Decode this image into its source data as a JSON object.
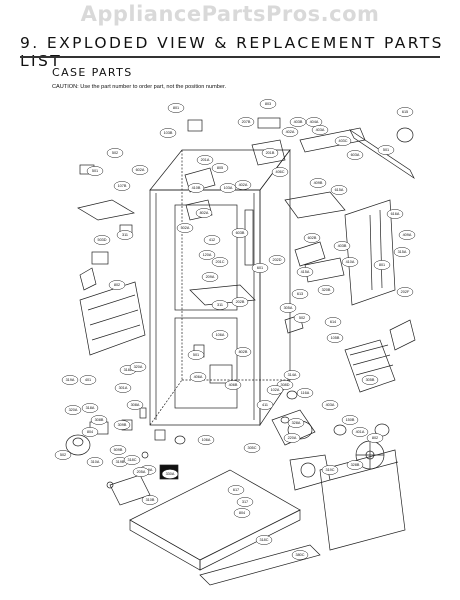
{
  "watermark": "AppliancePartsPros.com",
  "header": {
    "title": "9. EXPLODED VIEW & REPLACEMENT PARTS LIST",
    "subtitle": "CASE PARTS",
    "caution": "CAUTION: Use the part number to order part, not the position number."
  },
  "callouts": [
    "801",
    "103B",
    "803",
    "207B",
    "402A",
    "404A",
    "403B",
    "615",
    "201A",
    "201B",
    "406C",
    "403A",
    "403C",
    "603A",
    "501",
    "502",
    "501",
    "602A",
    "107B",
    "410B",
    "805",
    "103A",
    "802A",
    "502A",
    "402A",
    "409B",
    "616A",
    "412",
    "603B",
    "601",
    "202D",
    "615A",
    "503D",
    "311",
    "409A",
    "120A",
    "415A",
    "602B",
    "801",
    "201C",
    "209A",
    "202B",
    "320B",
    "403B",
    "315A",
    "802",
    "410A",
    "202F",
    "311",
    "613",
    "614",
    "502",
    "106A",
    "501",
    "802B",
    "305A",
    "105B",
    "305B",
    "406A",
    "406B",
    "411",
    "308D",
    "116A",
    "318A",
    "319A",
    "401",
    "320A",
    "314A",
    "301A",
    "320A",
    "318A",
    "308A",
    "309B",
    "804",
    "308B",
    "102A",
    "106A",
    "403A",
    "150B",
    "401A",
    "802",
    "220A",
    "509B",
    "319B",
    "502",
    "318C",
    "319C",
    "319A",
    "310A",
    "205A",
    "305C",
    "328A",
    "328B",
    "330A",
    "310B",
    "318C",
    "617",
    "317",
    "380C",
    "804"
  ]
}
